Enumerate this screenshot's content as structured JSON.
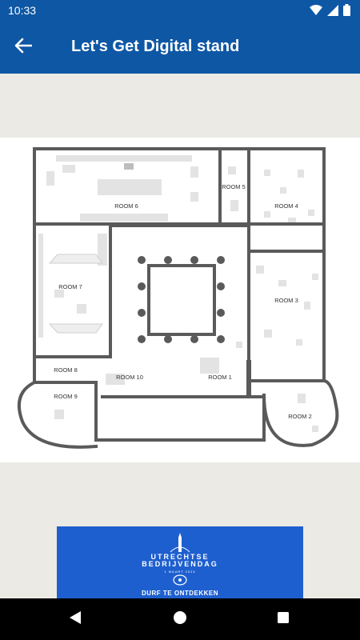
{
  "status_bar": {
    "time": "10:33",
    "icons": [
      "wifi-icon",
      "signal-icon",
      "battery-icon"
    ]
  },
  "app_bar": {
    "title": "Let's Get Digital stand",
    "back_icon": "arrow-left-icon"
  },
  "floor_plan": {
    "rooms": {
      "room1": "ROOM 1",
      "room2": "ROOM 2",
      "room3": "ROOM 3",
      "room4": "ROOM 4",
      "room5": "ROOM 5",
      "room6": "ROOM 6",
      "room7": "ROOM 7",
      "room8": "ROOM 8",
      "room9": "ROOM 9",
      "room10": "ROOM 10"
    }
  },
  "banner": {
    "title_line1": "UTRECHTSE",
    "title_line2": "BEDRIJVENDAG",
    "date": "1 MAART 2024",
    "tagline": "DURF TE ONTDEKKEN",
    "color": "#1E5FCF"
  },
  "nav_bar": {
    "back": "back-triangle-icon",
    "home": "home-circle-icon",
    "recents": "recents-square-icon"
  },
  "colors": {
    "primary": "#0D57A5",
    "background": "#ECEAE4",
    "wall": "#555555"
  }
}
